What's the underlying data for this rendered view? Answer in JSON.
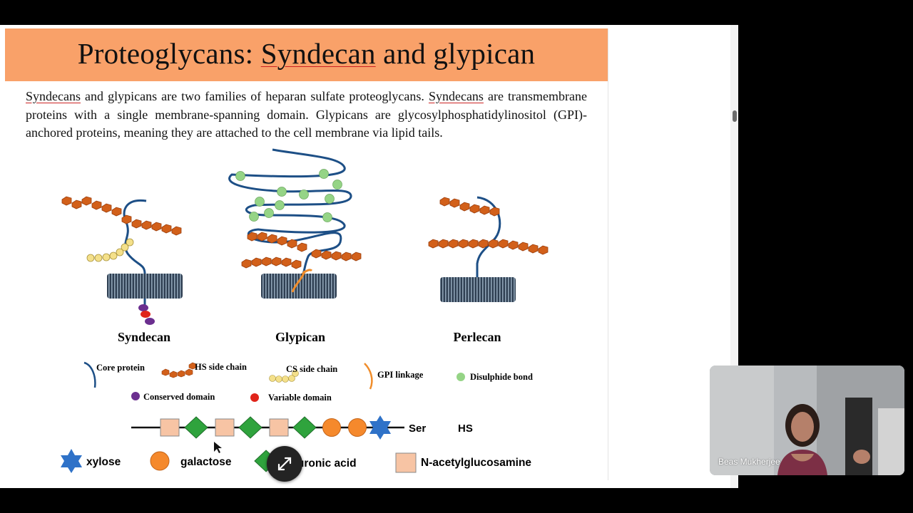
{
  "slide": {
    "title_prefix": "Proteoglycans: ",
    "title_syndecan": "Syndecan",
    "title_suffix": " and glypican",
    "paragraph": {
      "w1": "Syndecans",
      "p1": " and glypicans are two families of heparan sulfate proteoglycans. ",
      "w2": "Syndecans",
      "p2": " are transmembrane proteins with a single membrane-spanning domain. Glypicans are glycosylphosphatidylinositol (GPI)-anchored proteins, meaning they are attached to the cell membrane via lipid tails."
    },
    "figures": {
      "syndecan": "Syndecan",
      "glypican": "Glypican",
      "perlecan": "Perlecan"
    },
    "legend": {
      "core_protein": "Core protein",
      "hs_side_chain": "HS side chain",
      "cs_side_chain": "CS side chain",
      "gpi_linkage": "GPI linkage",
      "disulphide_bond": "Disulphide bond",
      "conserved_domain": "Conserved domain",
      "variable_domain": "Variable domain"
    },
    "chain": {
      "ser_label": "Ser",
      "hs_label": "HS"
    },
    "sugar_key": {
      "xylose": "xylose",
      "galactose": "galactose",
      "glucuronic_acid": "glucuronic acid",
      "n_acetylglucosamine": "N-acetylglucosamine"
    },
    "colors": {
      "banner": "#f9a169",
      "core_protein": "#1d4f86",
      "hs_chain": "#d2601a",
      "cs_chain": "#f4e08a",
      "disulphide": "#95d486",
      "conserved": "#6b2f8f",
      "variable": "#e0241a",
      "gpi": "#f08d2b",
      "xylose": "#2f72c8",
      "galactose": "#f5892c",
      "glucuronic": "#2fa33d",
      "nag": "#f7c4a4"
    }
  },
  "video_tile": {
    "participant_name": "Beas Mukherjee"
  },
  "icons": {
    "expand": "expand-arrows-icon"
  }
}
